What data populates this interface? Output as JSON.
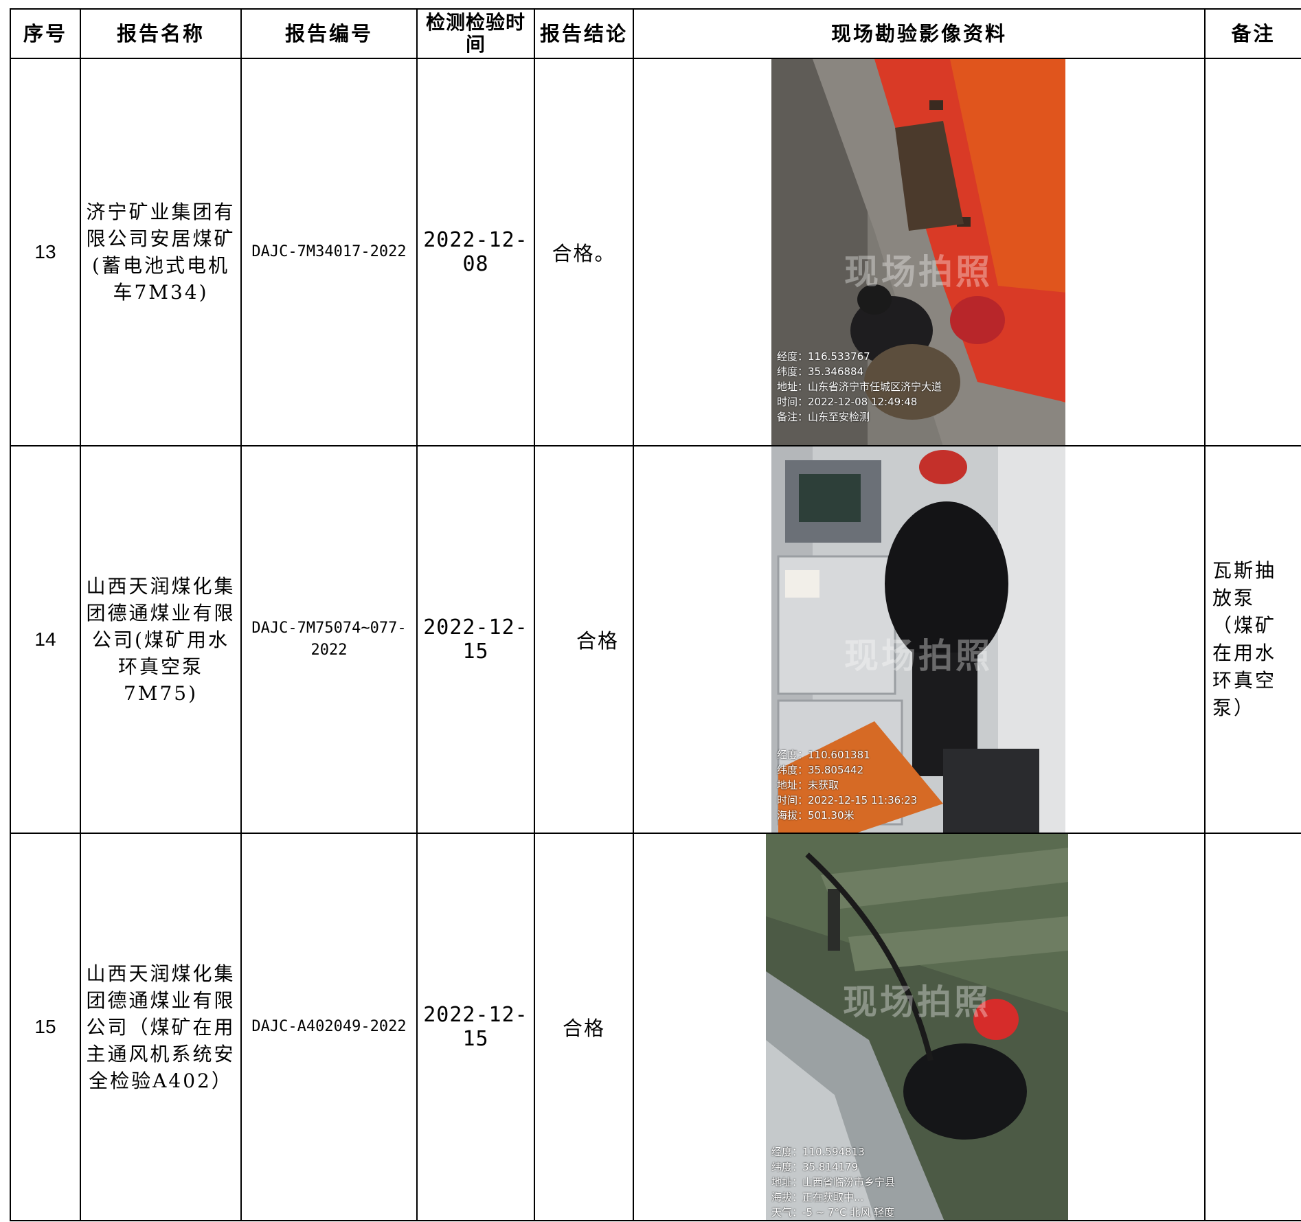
{
  "headers": {
    "seq": "序号",
    "name": "报告名称",
    "number": "报告编号",
    "time": "检测检验时间",
    "conclusion": "报告结论",
    "images": "现场勘验影像资料",
    "remarks": "备注"
  },
  "rows": [
    {
      "seq": "13",
      "name": "济宁矿业集团有限公司安居煤矿(蓄电池式电机车7M34)",
      "number": "DAJC-7M34017-2022",
      "date": "2022-12-08",
      "conclusion": "合格。",
      "remarks": "",
      "photo_watermark": "现场拍照",
      "photo_overlay": [
        "经度：116.533767",
        "纬度：35.346884",
        "地址：山东省济宁市任城区济宁大道",
        "时间：2022-12-08 12:49:48",
        "备注：山东至安检测"
      ]
    },
    {
      "seq": "14",
      "name": "山西天润煤化集团德通煤业有限公司(煤矿用水环真空泵7M75)",
      "number": "DAJC-7M75074~077-2022",
      "date": "2022-12-15",
      "conclusion": "合格",
      "remarks": "瓦斯抽放泵（煤矿在用水环真空泵）",
      "photo_watermark": "现场拍照",
      "photo_overlay": [
        "经度：110.601381",
        "纬度：35.805442",
        "地址：未获取",
        "时间：2022-12-15 11:36:23",
        "海拔：501.30米"
      ]
    },
    {
      "seq": "15",
      "name": "山西天润煤化集团德通煤业有限公司（煤矿在用主通风机系统安全检验A402）",
      "number": "DAJC-A402049-2022",
      "date": "2022-12-15",
      "conclusion": "合格",
      "remarks": "",
      "photo_watermark": "现场拍照",
      "photo_overlay": [
        "经度：110.594813",
        "纬度：35.814179",
        "地址：山西省临汾市乡宁县",
        "海拔：正在获取中...",
        "天气：-5 ~ 7°C 北风 轻度"
      ]
    }
  ]
}
